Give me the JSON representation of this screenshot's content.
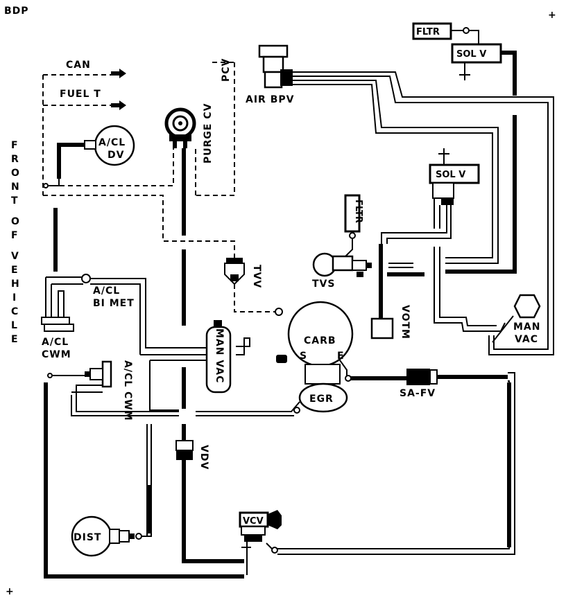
{
  "corner_label": "BDP",
  "marks": {
    "plus": "+"
  },
  "side_label": [
    "F",
    "R",
    "O",
    "N",
    "T",
    "",
    "O",
    "F",
    "",
    "V",
    "E",
    "H",
    "I",
    "C",
    "L",
    "E"
  ],
  "components": {
    "can": "CAN",
    "fuel_t": "FUEL T",
    "pcv": "PCV",
    "purge_cv": "PURGE CV",
    "air_bpv": "AIR BPV",
    "fltr_top": "FLTR",
    "sol_v_top": "SOL V",
    "acl_dv_1": "A/CL",
    "acl_dv_2": "DV",
    "sol_v_mid": "SOL V",
    "fltr_mid": "FLTR",
    "tvs": "TVS",
    "tvv": "TVV",
    "votm": "VOTM",
    "man_vac_right_1": "MAN",
    "man_vac_right_2": "VAC",
    "acl_bimet_1": "A/CL",
    "acl_bimet_2": "BI MET",
    "acl_cwm_left_1": "A/CL",
    "acl_cwm_left_2": "CWM",
    "acl_cwm_mid": "A/CL CWM",
    "man_vac_center": "MAN VAC",
    "carb": "CARB",
    "carb_s": "S",
    "carb_e": "E",
    "egr": "EGR",
    "sa_fv": "SA-FV",
    "vdv": "VDV",
    "dist": "DIST",
    "vcv": "VCV"
  }
}
